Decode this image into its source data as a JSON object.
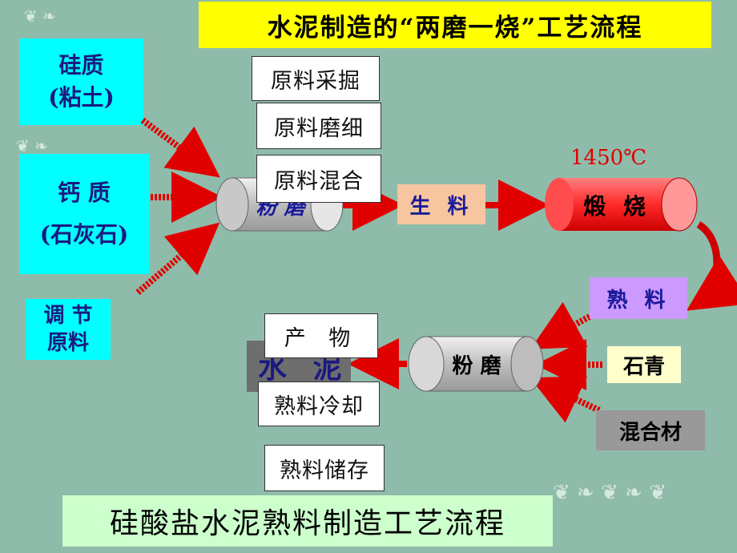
{
  "title": "水泥制造的“两磨一烧”工艺流程",
  "inputs": {
    "silica_line1": "硅质",
    "silica_line2": "(粘土)",
    "calcium_line1": "钙 质",
    "calcium_line2": "(石灰石)",
    "adjust_line1": "调 节",
    "adjust_line2": "原料"
  },
  "steps": {
    "mining": "原料采掘",
    "grinding_raw": "原料磨细",
    "mixing": "原料混合",
    "product": "产 物",
    "cooling": "熟料冷却",
    "storage": "熟料储存"
  },
  "mills": {
    "mill1_label": "粉 磨",
    "mill2_label": "粉 磨",
    "kiln_label": "煅 烧"
  },
  "materials": {
    "raw_meal": "生 料",
    "clinker": "熟 料",
    "gypsum": "石青",
    "blend": "混合材",
    "cement": "水 泥"
  },
  "temperature": "1450℃",
  "banner": "硅酸盐水泥熟料制造工艺流程",
  "colors": {
    "background": "#8fbcaa",
    "title_bg": "#ffff00",
    "input_bg": "#00ffff",
    "arrow": "#e00000",
    "kiln": "#ff3333"
  }
}
